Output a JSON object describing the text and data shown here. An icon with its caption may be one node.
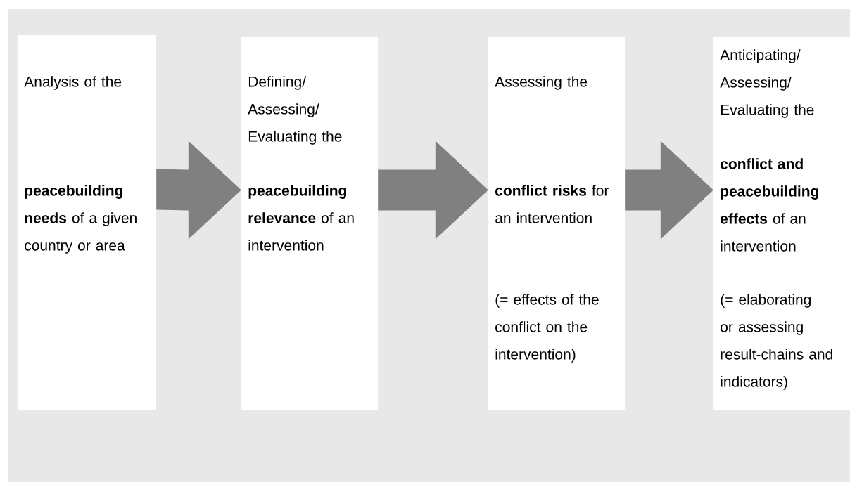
{
  "diagram": {
    "nodes": [
      {
        "text": [
          "Analysis of the",
          "**peacebuilding needs** of a given country or area"
        ]
      },
      {
        "text": [
          "Defining/ Assessing/ Evaluating the",
          "**peacebuilding relevance** of an intervention"
        ]
      },
      {
        "text": [
          "Assessing the",
          "**conflict risks** for an intervention",
          "(= effects of the conflict on the intervention)"
        ]
      },
      {
        "text": [
          "Anticipating/ Assessing/ Evaluating the",
          "**conflict and peacebuilding effects** of an intervention",
          "(= elaborating or assessing result-chains and indicators)"
        ]
      }
    ],
    "edges": [
      {
        "from": 0,
        "to": 1,
        "arrow": "to"
      },
      {
        "from": 1,
        "to": 2,
        "arrow": "to"
      },
      {
        "from": 2,
        "to": 3,
        "arrow": "to"
      }
    ]
  }
}
